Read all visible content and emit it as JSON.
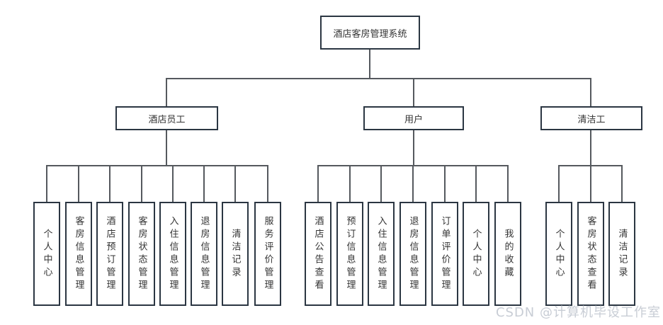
{
  "diagram": {
    "root": {
      "label": "酒店客房管理系统"
    },
    "groups": [
      {
        "label": "酒店员工",
        "leaves": [
          "个人中心",
          "客房信息管理",
          "酒店预订管理",
          "客房状态管理",
          "入住信息管理",
          "退房信息管理",
          "清洁记录",
          "服务评价管理"
        ]
      },
      {
        "label": "用户",
        "leaves": [
          "酒店公告查看",
          "预订信息管理",
          "入住信息管理",
          "退房信息管理",
          "订单评价管理",
          "个人中心",
          "我的收藏"
        ]
      },
      {
        "label": "清洁工",
        "leaves": [
          "个人中心",
          "客房状态查看",
          "清洁记录"
        ]
      }
    ]
  },
  "watermark": "CSDN @计算机毕设工作室",
  "colors": {
    "box_border": "#2b3642",
    "connector_line": "#55595e",
    "text": "#333333",
    "watermark_text": "#c8cdd5",
    "background": "#ffffff"
  }
}
